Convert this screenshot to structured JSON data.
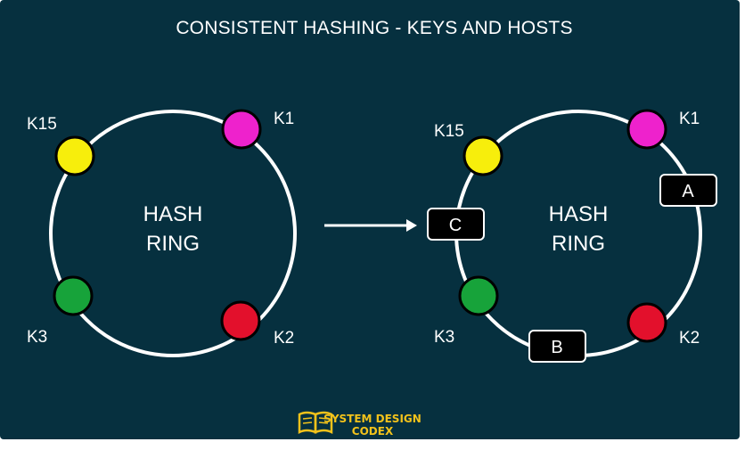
{
  "title": "CONSISTENT HASHING - KEYS AND HOSTS",
  "colors": {
    "background": "#06303f",
    "ring": "#ffffff",
    "host_box": "#000000",
    "brand": "#f2c21b"
  },
  "left_ring": {
    "center_line1": "HASH",
    "center_line2": "RING",
    "keys": [
      {
        "label": "K1",
        "color": "#ee22cc"
      },
      {
        "label": "K15",
        "color": "#f7ee0c"
      },
      {
        "label": "K3",
        "color": "#17a33a"
      },
      {
        "label": "K2",
        "color": "#e3102c"
      }
    ]
  },
  "right_ring": {
    "center_line1": "HASH",
    "center_line2": "RING",
    "keys": [
      {
        "label": "K1",
        "color": "#ee22cc"
      },
      {
        "label": "K15",
        "color": "#f7ee0c"
      },
      {
        "label": "K3",
        "color": "#17a33a"
      },
      {
        "label": "K2",
        "color": "#e3102c"
      }
    ],
    "hosts": [
      {
        "label": "A"
      },
      {
        "label": "C"
      },
      {
        "label": "B"
      }
    ]
  },
  "arrow": {
    "direction": "right"
  },
  "brand": {
    "logo_icon": "open-book-icon",
    "line1": "SYSTEM DESIGN",
    "line2": "CODEX"
  }
}
